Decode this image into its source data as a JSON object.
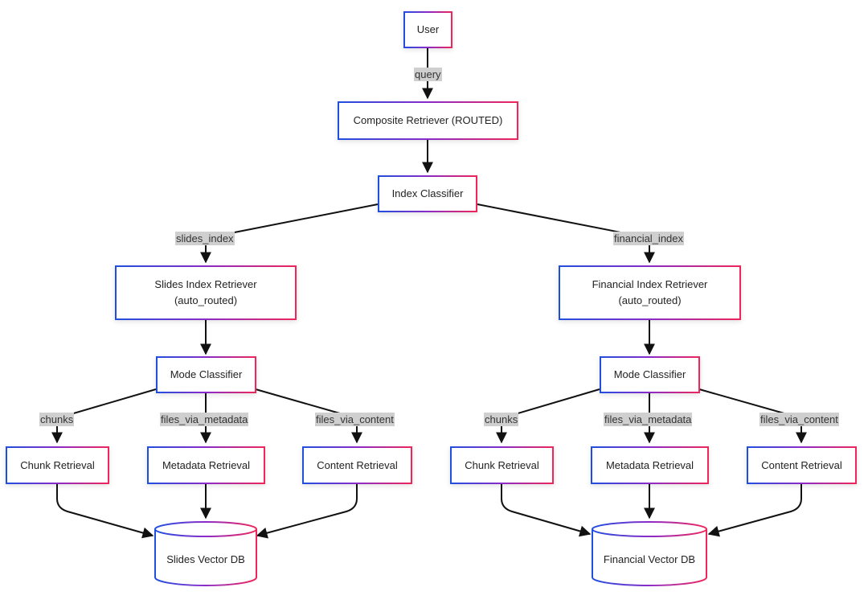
{
  "diagram": {
    "nodes": {
      "user": "User",
      "composite": "Composite Retriever (ROUTED)",
      "index_classifier": "Index Classifier",
      "slides_retriever": {
        "line1": "Slides Index Retriever",
        "line2": "(auto_routed)"
      },
      "financial_retriever": {
        "line1": "Financial Index Retriever",
        "line2": "(auto_routed)"
      },
      "slides_mode_classifier": "Mode Classifier",
      "financial_mode_classifier": "Mode Classifier",
      "slides_chunk": "Chunk Retrieval",
      "slides_metadata": "Metadata Retrieval",
      "slides_content": "Content Retrieval",
      "financial_chunk": "Chunk Retrieval",
      "financial_metadata": "Metadata Retrieval",
      "financial_content": "Content Retrieval",
      "slides_db": "Slides Vector DB",
      "financial_db": "Financial Vector DB"
    },
    "edge_labels": {
      "query": "query",
      "slides_index": "slides_index",
      "financial_index": "financial_index",
      "slides_chunks": "chunks",
      "slides_files_via_metadata": "files_via_metadata",
      "slides_files_via_content": "files_via_content",
      "financial_chunks": "chunks",
      "financial_files_via_metadata": "files_via_metadata",
      "financial_files_via_content": "files_via_content"
    },
    "colors": {
      "gradient_start": "#1f4fe0",
      "gradient_mid": "#8a2bc9",
      "gradient_end": "#f0265a",
      "edge": "#111111",
      "label_background": "#cfcfcf"
    }
  }
}
